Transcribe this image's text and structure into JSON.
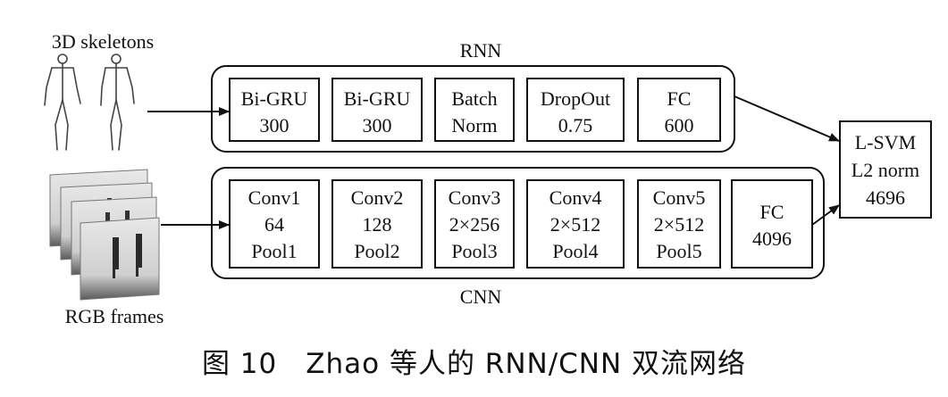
{
  "inputs": {
    "skeleton_label": "3D skeletons",
    "rgb_label": "RGB frames"
  },
  "rnn": {
    "title": "RNN",
    "blocks": [
      {
        "line1": "Bi-GRU",
        "line2": "300"
      },
      {
        "line1": "Bi-GRU",
        "line2": "300"
      },
      {
        "line1": "Batch",
        "line2": "Norm"
      },
      {
        "line1": "DropOut",
        "line2": "0.75"
      },
      {
        "line1": "FC",
        "line2": "600"
      }
    ]
  },
  "cnn": {
    "title": "CNN",
    "blocks": [
      {
        "line1": "Conv1",
        "line2": "64",
        "line3": "Pool1"
      },
      {
        "line1": "Conv2",
        "line2": "128",
        "line3": "Pool2"
      },
      {
        "line1": "Conv3",
        "line2": "2×256",
        "line3": "Pool3"
      },
      {
        "line1": "Conv4",
        "line2": "2×512",
        "line3": "Pool4"
      },
      {
        "line1": "Conv5",
        "line2": "2×512",
        "line3": "Pool5"
      },
      {
        "line1": "FC",
        "line2": "4096"
      }
    ]
  },
  "classifier": {
    "line1": "L-SVM",
    "line2": "L2 norm",
    "line3": "4696"
  },
  "caption": "图 10　Zhao 等人的 RNN/CNN 双流网络",
  "colors": {
    "stroke": "#111111",
    "text": "#111111",
    "background": "#ffffff"
  }
}
